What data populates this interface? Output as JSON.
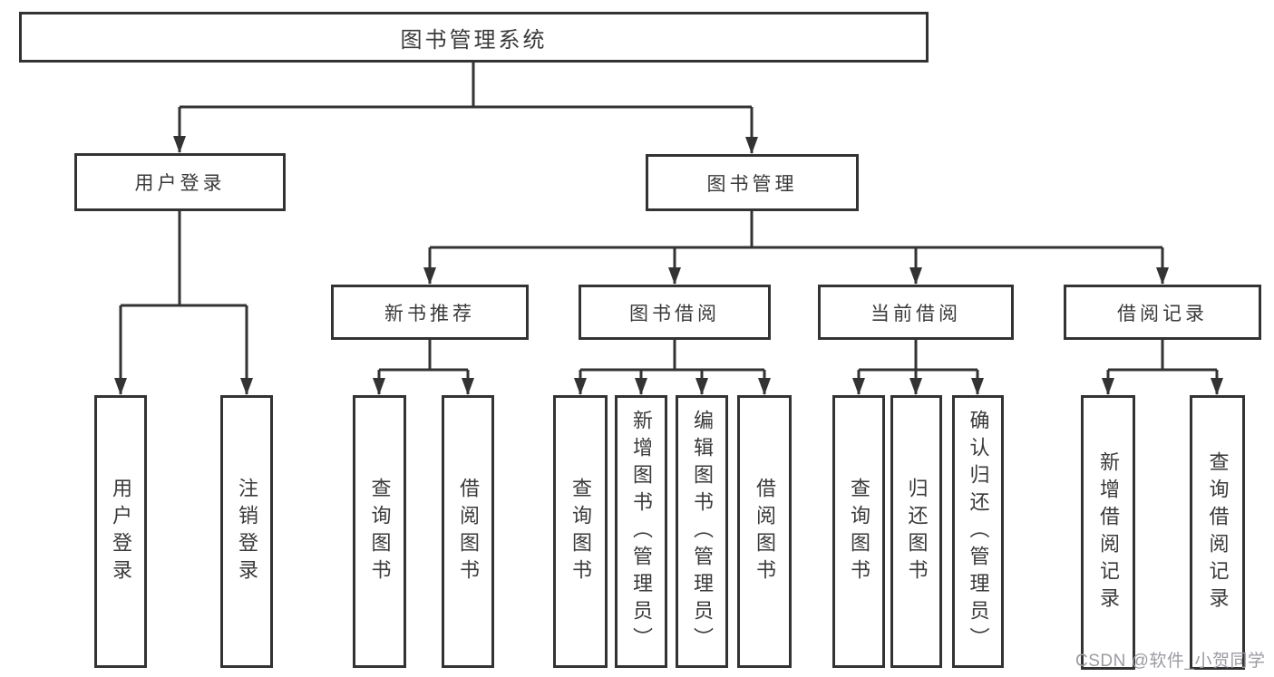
{
  "diagram": {
    "tree": {
      "root": {
        "label": "图书管理系统"
      },
      "user_login": {
        "label": "用户登录",
        "children": [
          {
            "label": "用户登录"
          },
          {
            "label": "注销登录"
          }
        ]
      },
      "book_mgmt": {
        "label": "图书管理",
        "sections": [
          {
            "label": "新书推荐",
            "children": [
              {
                "label": "查询图书"
              },
              {
                "label": "借阅图书"
              }
            ]
          },
          {
            "label": "图书借阅",
            "children": [
              {
                "label": "查询图书"
              },
              {
                "label": "新增图书（管理员）"
              },
              {
                "label": "编辑图书（管理员）"
              },
              {
                "label": "借阅图书"
              }
            ]
          },
          {
            "label": "当前借阅",
            "children": [
              {
                "label": "查询图书"
              },
              {
                "label": "归还图书"
              },
              {
                "label": "确认归还（管理员）"
              }
            ]
          },
          {
            "label": "借阅记录",
            "children": [
              {
                "label": "新增借阅记录"
              },
              {
                "label": "查询借阅记录"
              }
            ]
          }
        ]
      }
    },
    "watermark": {
      "text": "CSDN @软件_小贺同学"
    },
    "colors": {
      "line": "#333333",
      "box_border": "#333333",
      "box_fill": "#ffffff",
      "text": "#3a3a3a",
      "watermark_text": "#9b9ba3"
    }
  }
}
